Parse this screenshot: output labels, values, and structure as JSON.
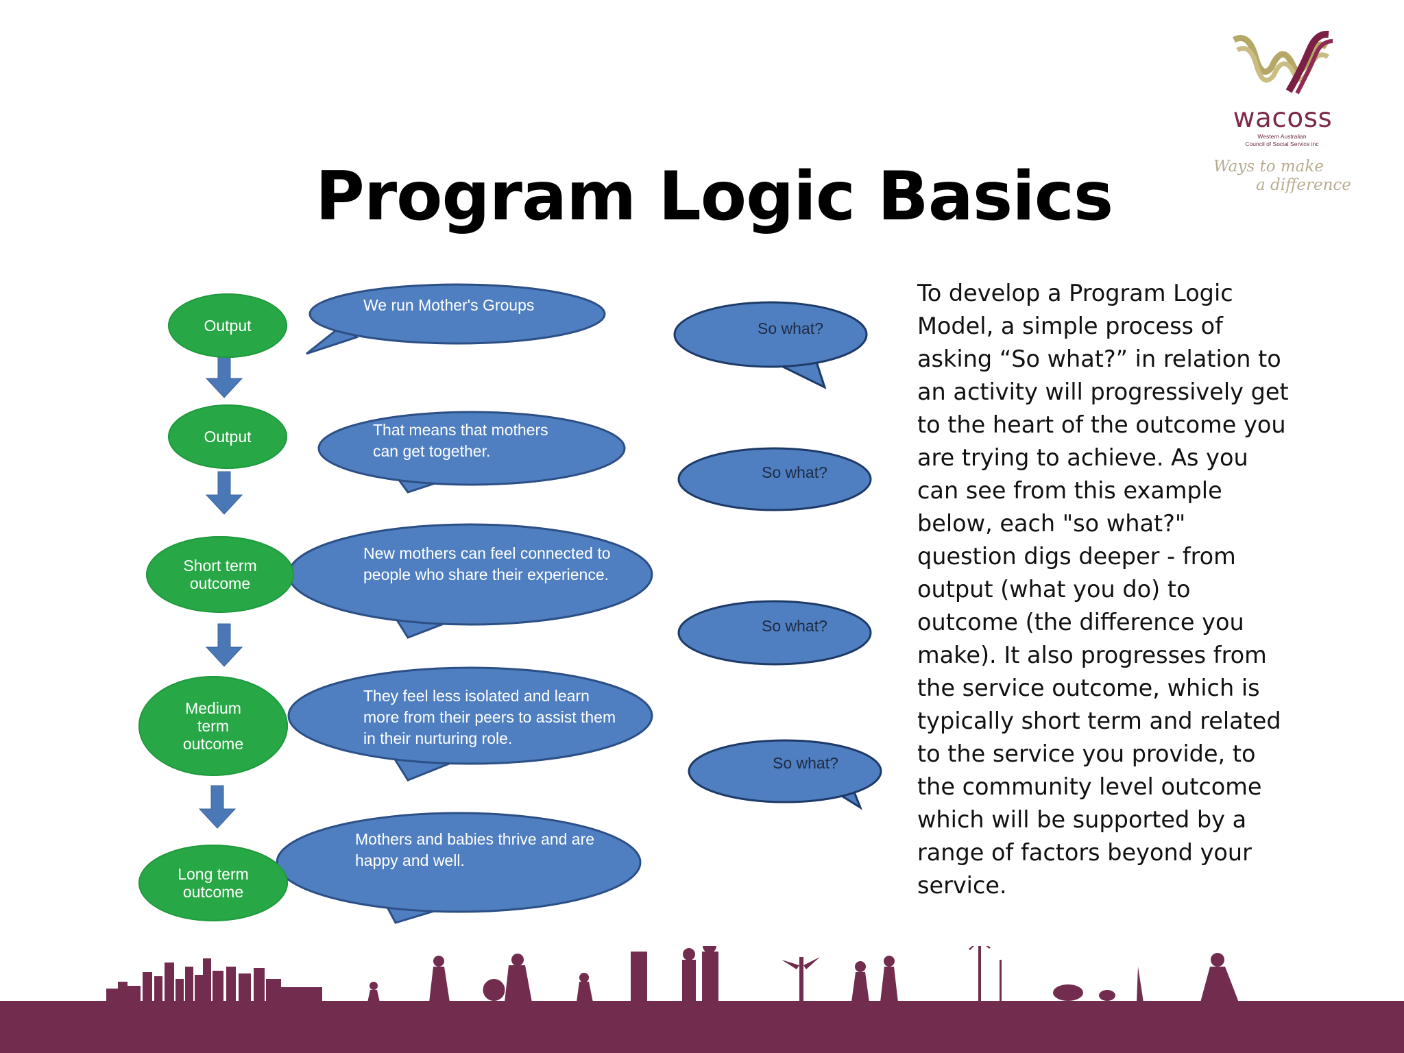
{
  "slide": {
    "title": "Program Logic Basics",
    "description": "To develop a Program Logic Model, a simple process of asking “So what?” in relation to an activity will progressively get to the heart of the outcome you are trying to achieve. As you can see from this example below, each \"so what?\" question digs deeper - from output (what you do) to outcome (the difference you make). It also progresses from the service outcome, which is typically short term and related to the service you provide, to the community level outcome which will be supported by a range of factors beyond your service."
  },
  "logo": {
    "name": "wacoss",
    "org_line1": "Western Australian",
    "org_line2": "Council of Social Service inc",
    "tagline_line1": "Ways to make",
    "tagline_line2": "a difference"
  },
  "diagram": {
    "stages": [
      {
        "label": "Output",
        "statement": "We run Mother's Groups"
      },
      {
        "label": "Output",
        "statement": "That means that mothers can get together."
      },
      {
        "label": "Short term outcome",
        "statement": "New mothers can feel connected to people who share their experience."
      },
      {
        "label": "Medium term outcome",
        "statement": "They feel less isolated and learn more from their peers to assist them in their nurturing role."
      },
      {
        "label": "Long term outcome",
        "statement": "Mothers and babies thrive and are happy and well."
      }
    ],
    "question": "So what?"
  },
  "colors": {
    "stage_green": "#27a745",
    "bubble_blue": "#4f7fc0",
    "bubble_outline": "#2c4f86",
    "arrow_blue": "#4a78b7",
    "footer_maroon": "#722d4e"
  }
}
